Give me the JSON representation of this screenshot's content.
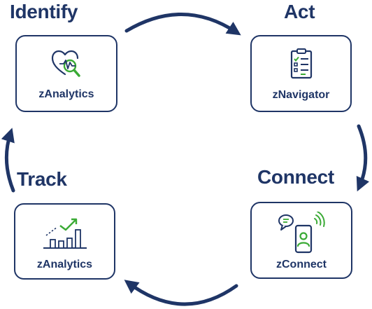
{
  "stages": {
    "identify": {
      "title": "Identify",
      "product": "zAnalytics",
      "icon": "heart-magnifier-icon"
    },
    "act": {
      "title": "Act",
      "product": "zNavigator",
      "icon": "clipboard-checklist-icon"
    },
    "connect": {
      "title": "Connect",
      "product": "zConnect",
      "icon": "mobile-chat-icon"
    },
    "track": {
      "title": "Track",
      "product": "zAnalytics",
      "icon": "bar-trend-chart-icon"
    }
  },
  "colors": {
    "navy": "#1f3566",
    "green": "#3aaa35",
    "background": "#ffffff"
  }
}
